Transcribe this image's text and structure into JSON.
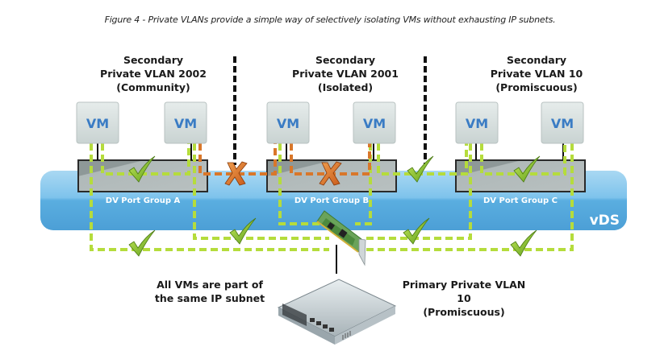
{
  "caption": "Figure 4 - Private VLANs provide a simple way of selectively isolating VMs without exhausting IP subnets.",
  "vlans": [
    {
      "line1": "Secondary",
      "line2": "Private VLAN 2002",
      "line3": "(Community)"
    },
    {
      "line1": "Secondary",
      "line2": "Private VLAN 2001",
      "line3": "(Isolated)"
    },
    {
      "line1": "Secondary",
      "line2": "Private VLAN 10",
      "line3": "(Promiscuous)"
    }
  ],
  "vm_label": "VM",
  "port_groups": [
    "DV Port Group A",
    "DV Port Group B",
    "DV Port Group C"
  ],
  "switch_label": "vDS",
  "bottom_left": {
    "line1": "All VMs are part of",
    "line2": "the same IP subnet"
  },
  "bottom_right": {
    "line1": "Primary Private VLAN 10",
    "line2": "(Promiscuous)"
  },
  "colors": {
    "allowed_line": "#b5dc3c",
    "blocked_line": "#d9772a",
    "boundary_line": "#111111",
    "vds_band": "#5aaee0",
    "vm_text": "#3a7cc4"
  },
  "connections": {
    "allowed_symbol": "check-mark",
    "blocked_symbol": "x-mark"
  }
}
